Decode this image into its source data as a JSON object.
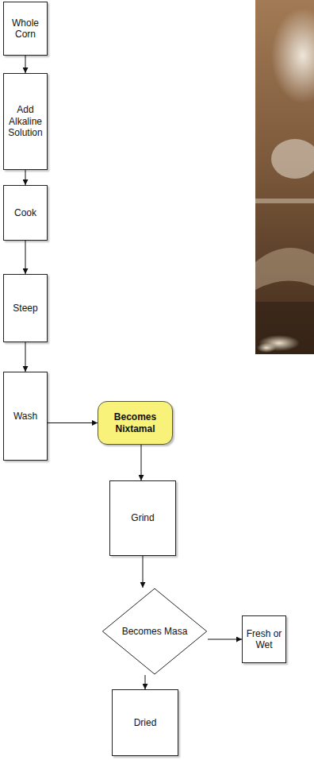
{
  "diagram": {
    "nodes": [
      {
        "text": [
          "Whole Corn"
        ]
      },
      {
        "text": [
          "Add Alkaline Solution"
        ]
      },
      {
        "text": [
          "Cook"
        ]
      },
      {
        "text": [
          "Steep"
        ]
      },
      {
        "text": [
          "Wash"
        ]
      },
      {
        "text": [
          "Becomes Nixtamal"
        ]
      },
      {
        "text": [
          "Grind"
        ]
      },
      {
        "text": [
          "Becomes Masa"
        ]
      },
      {
        "text": [
          "Fresh or Wet"
        ]
      },
      {
        "text": [
          "Dried"
        ]
      }
    ],
    "edges": [
      {
        "from": 0,
        "to": 1,
        "arrow": "to"
      },
      {
        "from": 1,
        "to": 2,
        "arrow": "to"
      },
      {
        "from": 2,
        "to": 3,
        "arrow": "to"
      },
      {
        "from": 3,
        "to": 4,
        "arrow": "to"
      },
      {
        "from": 4,
        "to": 5,
        "arrow": "to"
      },
      {
        "from": 5,
        "to": 6,
        "arrow": "to"
      },
      {
        "from": 6,
        "to": 7,
        "arrow": "to"
      },
      {
        "from": 7,
        "to": 8,
        "arrow": "to"
      },
      {
        "from": 7,
        "to": 9,
        "arrow": "to"
      }
    ]
  }
}
